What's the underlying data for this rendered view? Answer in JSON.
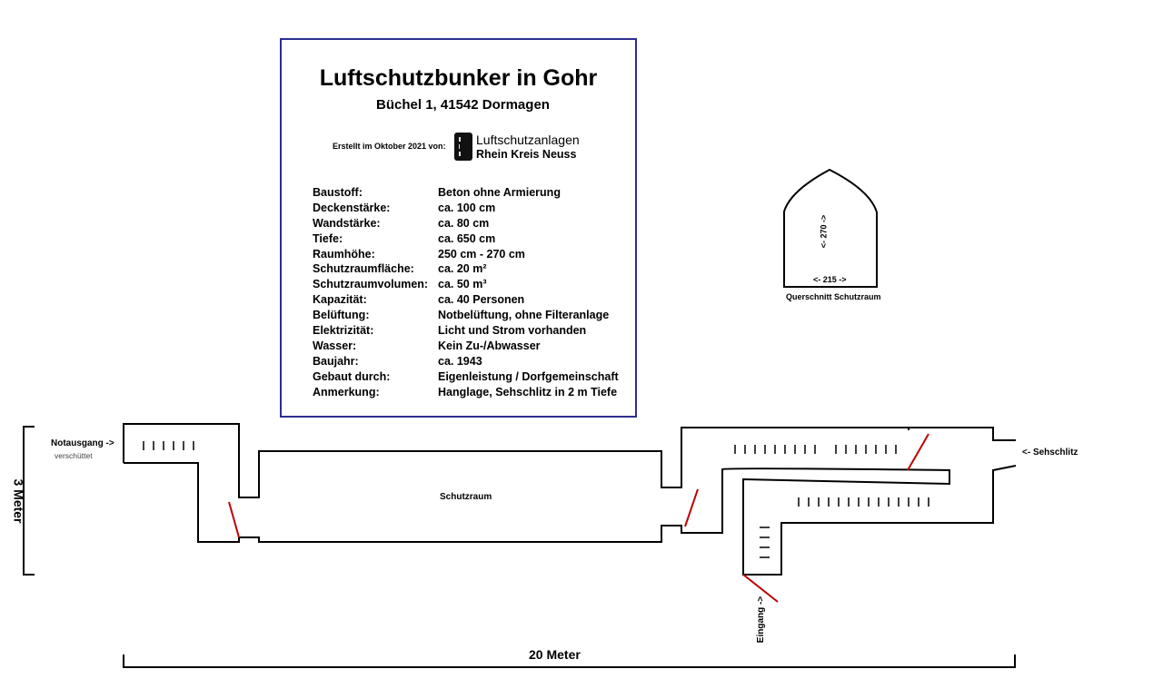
{
  "info": {
    "title": "Luftschutzbunker in Gohr",
    "address": "Büchel 1, 41542 Dormagen",
    "created": "Erstellt im Oktober 2021 von:",
    "logo_line1": "Luftschutzanlagen",
    "logo_line2": "Rhein Kreis Neuss"
  },
  "specs": [
    {
      "label": "Baustoff:",
      "value": "Beton ohne Armierung"
    },
    {
      "label": "Deckenstärke:",
      "value": "ca. 100 cm"
    },
    {
      "label": "Wandstärke:",
      "value": "ca. 80 cm"
    },
    {
      "label": "Tiefe:",
      "value": "ca. 650 cm"
    },
    {
      "label": "Raumhöhe:",
      "value": "250 cm - 270 cm"
    },
    {
      "label": "Schutzraumfläche:",
      "value": "ca. 20 m²"
    },
    {
      "label": "Schutzraumvolumen:",
      "value": "ca. 50 m³"
    },
    {
      "label": "Kapazität:",
      "value": "ca. 40 Personen"
    },
    {
      "label": "Belüftung:",
      "value": "Notbelüftung, ohne Filteranlage"
    },
    {
      "label": "Elektrizität:",
      "value": "Licht und Strom vorhanden"
    },
    {
      "label": "Wasser:",
      "value": "Kein Zu-/Abwasser"
    },
    {
      "label": "Baujahr:",
      "value": "ca. 1943"
    },
    {
      "label": "Gebaut durch:",
      "value": "Eigenleistung / Dorfgemeinschaft"
    },
    {
      "label": "Anmerkung:",
      "value": "Hanglage, Sehschlitz in 2 m Tiefe"
    }
  ],
  "cross_section": {
    "height_label": "<- 270 ->",
    "width_label": "<- 215 ->",
    "caption": "Querschnitt Schutzraum"
  },
  "plan": {
    "emergency_exit": "Notausgang ->",
    "emergency_exit_note": "verschüttet",
    "shelter_room": "Schutzraum",
    "slit": "<- Sehschlitz",
    "entrance": "Eingang ->",
    "scale_vertical": "3 Meter",
    "scale_horizontal": "20 Meter"
  }
}
